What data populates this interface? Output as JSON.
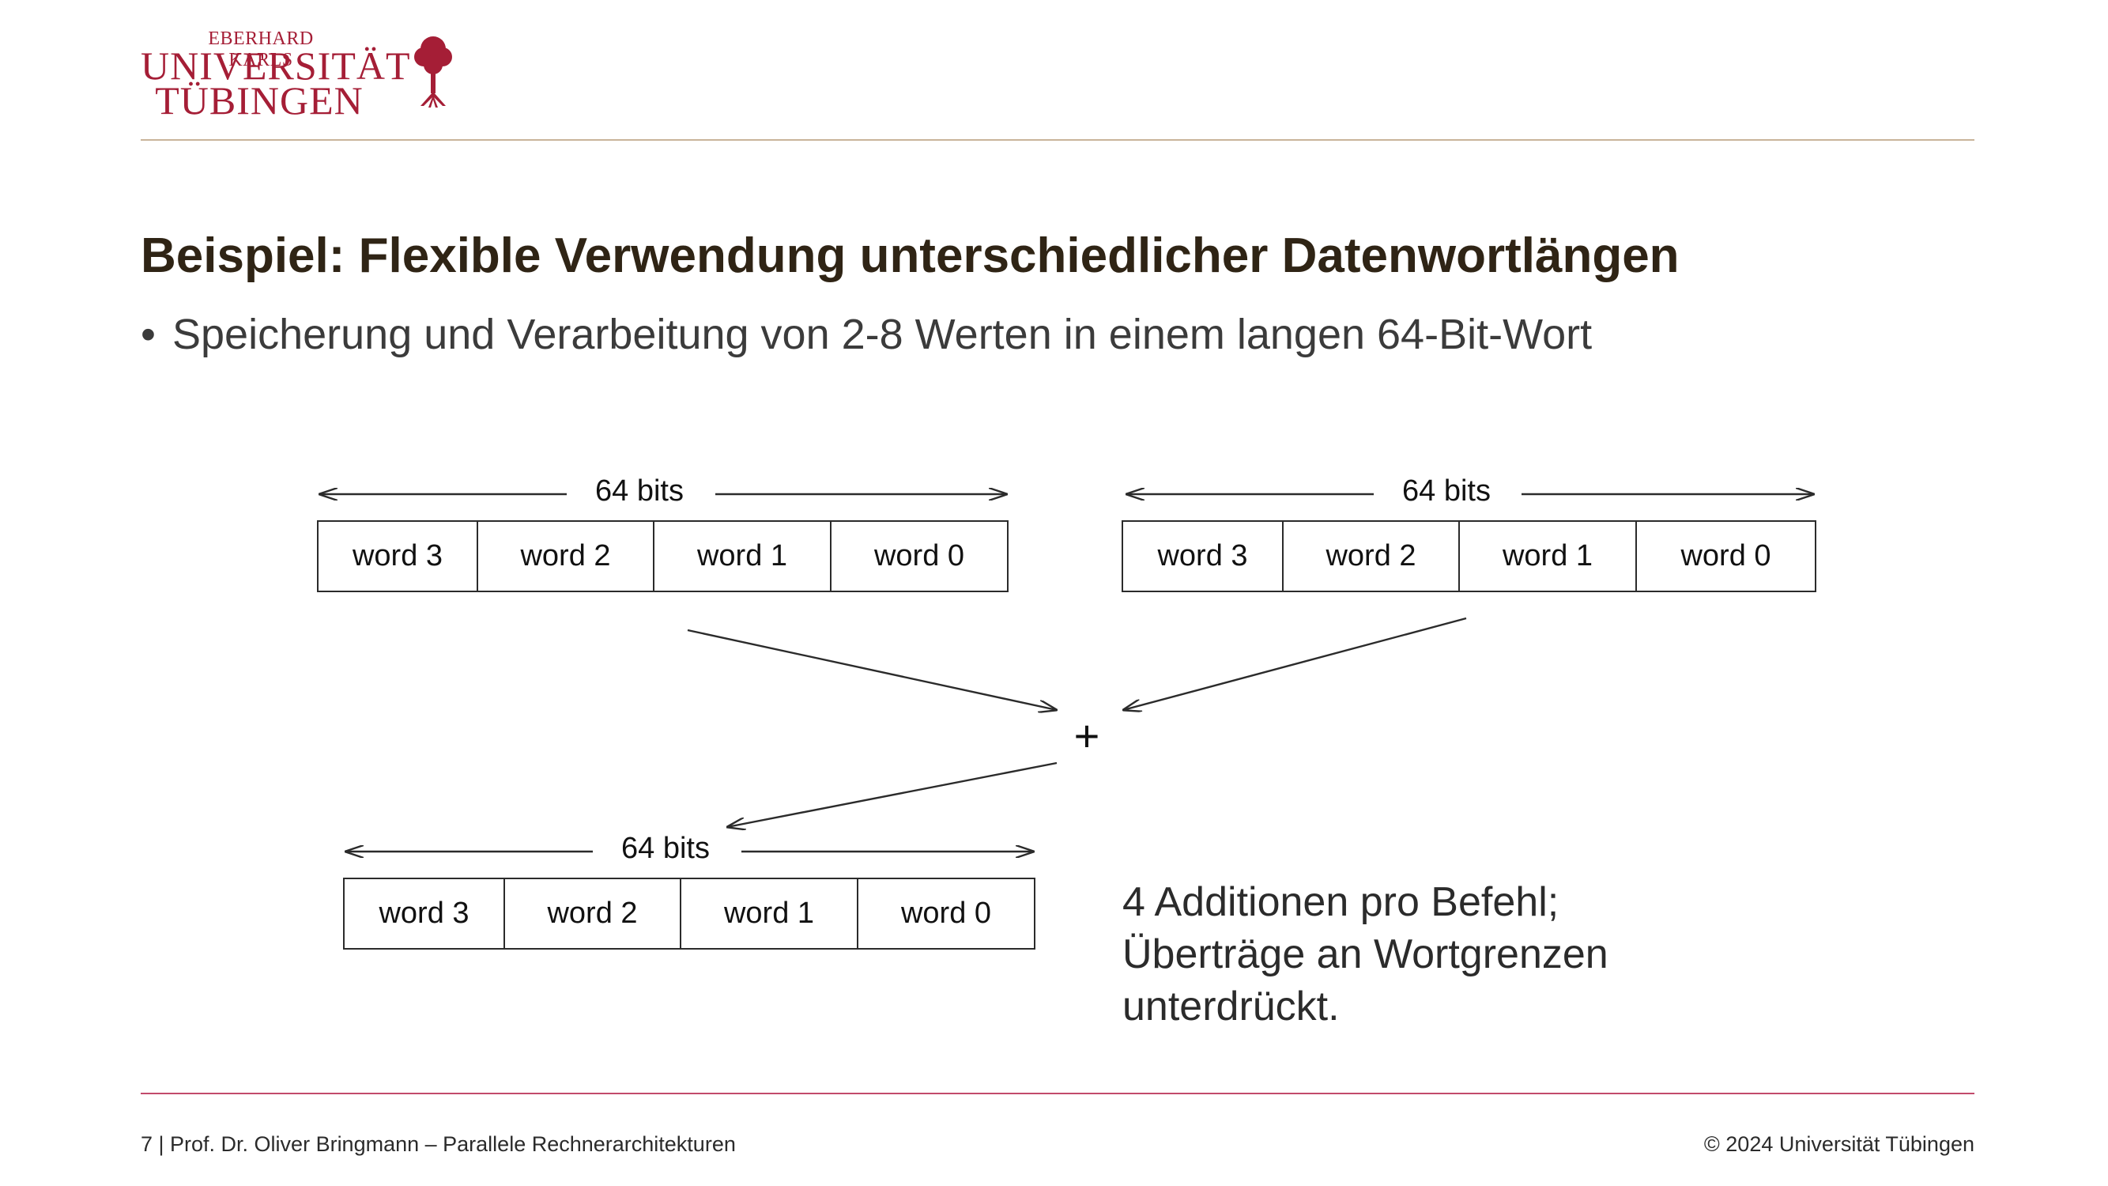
{
  "logo": {
    "line_small": "EBERHARD KARLS",
    "line_1": "UNIVERSITÄT",
    "line_2": "TÜBINGEN",
    "icon": "tree-seal-icon"
  },
  "colors": {
    "brand_red": "#a51e36",
    "title_brown": "#2f2415",
    "rule_top": "#c9b49a",
    "rule_bottom": "#c24a6b"
  },
  "slide": {
    "title": "Beispiel: Flexible Verwendung unterschiedlicher Datenwortlängen",
    "bullet": "Speicherung und Verarbeitung von 2-8 Werten in einem langen 64-Bit-Wort",
    "bullet_marker": "•"
  },
  "diagram": {
    "operand_a": {
      "bits_label": "64 bits",
      "words": [
        "word 3",
        "word 2",
        "word 1",
        "word 0"
      ]
    },
    "operand_b": {
      "bits_label": "64 bits",
      "words": [
        "word 3",
        "word 2",
        "word 1",
        "word 0"
      ]
    },
    "operator": "+",
    "result": {
      "bits_label": "64 bits",
      "words": [
        "word 3",
        "word 2",
        "word 1",
        "word 0"
      ]
    },
    "note_lines": [
      "4 Additionen pro Befehl;",
      "Überträge an Wortgrenzen",
      "unterdrückt."
    ]
  },
  "footer": {
    "left": "7 | Prof. Dr. Oliver Bringmann – Parallele Rechnerarchitekturen",
    "right": "© 2024 Universität Tübingen"
  }
}
